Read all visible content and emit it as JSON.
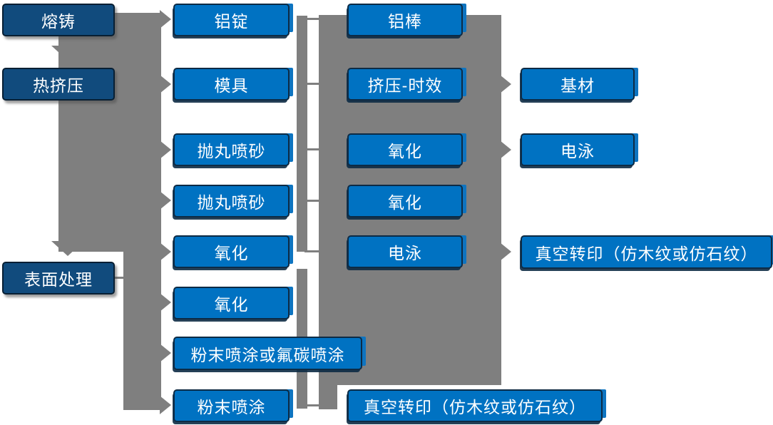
{
  "diagram": {
    "type": "flowchart",
    "language": "zh-CN",
    "colors": {
      "process_box_fill": "#0072C2",
      "stage_box_fill": "#114B7D",
      "box_border": "#0D2B45",
      "connector_gray": "#7F7F7F",
      "text_color": "#FFFFFF",
      "background": "#FFFFFF"
    },
    "nodes": [
      {
        "id": "c1r1",
        "label": "熔铸",
        "variant": "stage"
      },
      {
        "id": "c1r2",
        "label": "热挤压",
        "variant": "stage"
      },
      {
        "id": "c1r6",
        "label": "表面处理",
        "variant": "stage"
      },
      {
        "id": "c2r1",
        "label": "铝锭",
        "variant": "process"
      },
      {
        "id": "c2r2",
        "label": "模具",
        "variant": "process"
      },
      {
        "id": "c2r3",
        "label": "抛丸喷砂",
        "variant": "process"
      },
      {
        "id": "c2r4",
        "label": "抛丸喷砂",
        "variant": "process"
      },
      {
        "id": "c2r5",
        "label": "氧化",
        "variant": "process"
      },
      {
        "id": "c2r6",
        "label": "氧化",
        "variant": "process"
      },
      {
        "id": "c2r7",
        "label": "粉末喷涂或氟碳喷涂",
        "variant": "process"
      },
      {
        "id": "c2r8",
        "label": "粉末喷涂",
        "variant": "process"
      },
      {
        "id": "c3r1",
        "label": "铝棒",
        "variant": "process"
      },
      {
        "id": "c3r2",
        "label": "挤压-时效",
        "variant": "process"
      },
      {
        "id": "c3r3",
        "label": "氧化",
        "variant": "process"
      },
      {
        "id": "c3r4",
        "label": "氧化",
        "variant": "process"
      },
      {
        "id": "c3r5",
        "label": "电泳",
        "variant": "process"
      },
      {
        "id": "c3r8",
        "label": "真空转印（仿木纹或仿石纹）",
        "variant": "process"
      },
      {
        "id": "c4r2",
        "label": "基材",
        "variant": "process"
      },
      {
        "id": "c4r3",
        "label": "电泳",
        "variant": "process"
      },
      {
        "id": "c4r5",
        "label": "真空转印（仿木纹或仿石纹）",
        "variant": "process"
      }
    ],
    "edges": [
      {
        "from": "c1r1",
        "to": "c2r1"
      },
      {
        "from": "c1r1",
        "to": "c1r2"
      },
      {
        "from": "c1r2",
        "to": "c2r2"
      },
      {
        "from": "c1r2",
        "to": "c2r3"
      },
      {
        "from": "c1r2",
        "to": "c2r4"
      },
      {
        "from": "c1r2",
        "to": "c1r6"
      },
      {
        "from": "c1r6",
        "to": "c2r5"
      },
      {
        "from": "c1r6",
        "to": "c2r6"
      },
      {
        "from": "c1r6",
        "to": "c2r7"
      },
      {
        "from": "c1r6",
        "to": "c2r8"
      },
      {
        "from": "c2r1",
        "to": "c3r1"
      },
      {
        "from": "c2r2",
        "to": "c3r2"
      },
      {
        "from": "c2r3",
        "to": "c3r3"
      },
      {
        "from": "c2r4",
        "to": "c3r4"
      },
      {
        "from": "c2r5",
        "to": "c3r5"
      },
      {
        "from": "c2r8",
        "to": "c3r8"
      },
      {
        "from": "c3r2",
        "to": "c4r2"
      },
      {
        "from": "c3r3",
        "to": "c4r3"
      },
      {
        "from": "c3r5",
        "to": "c4r5"
      }
    ]
  }
}
